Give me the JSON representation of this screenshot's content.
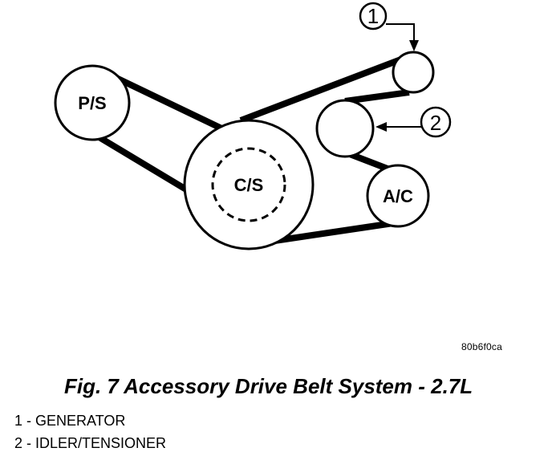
{
  "diagram": {
    "pulleys": {
      "ps": "P/S",
      "cs": "C/S",
      "ac": "A/C"
    },
    "callouts": [
      "1",
      "2"
    ]
  },
  "figure_id": "80b6f0ca",
  "caption": "Fig. 7 Accessory Drive Belt System - 2.7L",
  "legend": [
    {
      "number": "1",
      "sep": " - ",
      "text": "GENERATOR"
    },
    {
      "number": "2",
      "sep": " - ",
      "text": "IDLER/TENSIONER"
    }
  ]
}
